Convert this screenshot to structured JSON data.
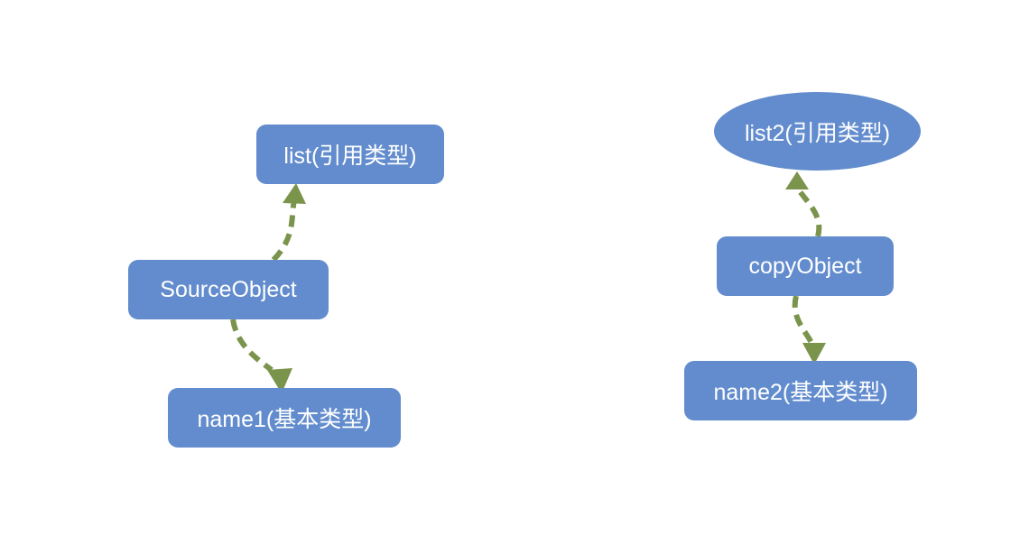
{
  "colors": {
    "node_fill": "#628ccd",
    "node_text": "#ffffff",
    "edge": "#7b944c",
    "background": "#ffffff"
  },
  "nodes": {
    "list": "list(引用类型)",
    "source_object": "SourceObject",
    "name1": "name1(基本类型)",
    "list2": "list2(引用类型)",
    "copy_object": "copyObject",
    "name2": "name2(基本类型)"
  },
  "edges": [
    {
      "from": "source_object",
      "to": "list",
      "style": "dashed"
    },
    {
      "from": "source_object",
      "to": "name1",
      "style": "dashed"
    },
    {
      "from": "copy_object",
      "to": "list2",
      "style": "dashed"
    },
    {
      "from": "copy_object",
      "to": "name2",
      "style": "dashed"
    }
  ]
}
